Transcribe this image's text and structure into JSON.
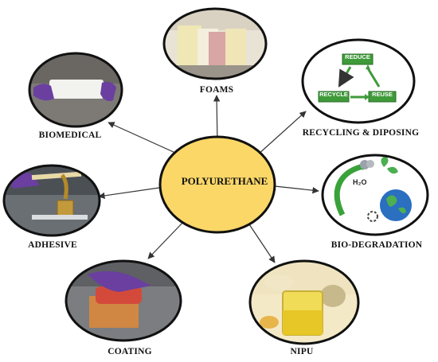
{
  "center": {
    "label": "POLYURETHANE",
    "fill": "#fad767"
  },
  "nodes": [
    {
      "id": "foams",
      "label": "FOAMS"
    },
    {
      "id": "recycling",
      "label": "RECYCLING & DIPOSING"
    },
    {
      "id": "bio-degradation",
      "label": "BIO-DEGRADATION"
    },
    {
      "id": "nipu",
      "label": "NIPU"
    },
    {
      "id": "coating",
      "label": "COATING"
    },
    {
      "id": "adhesive",
      "label": "ADHESIVE"
    },
    {
      "id": "biomedical",
      "label": "BIOMEDICAL"
    }
  ],
  "recycle_cycle": {
    "top": "REDUCE",
    "left": "RECYCLE",
    "right": "REUSE",
    "color": "#3f9a3a"
  },
  "biodeg_text": "H₂O",
  "colors": {
    "arrow": "#333333",
    "outline": "#111111",
    "glove": "#6b3fa0"
  }
}
